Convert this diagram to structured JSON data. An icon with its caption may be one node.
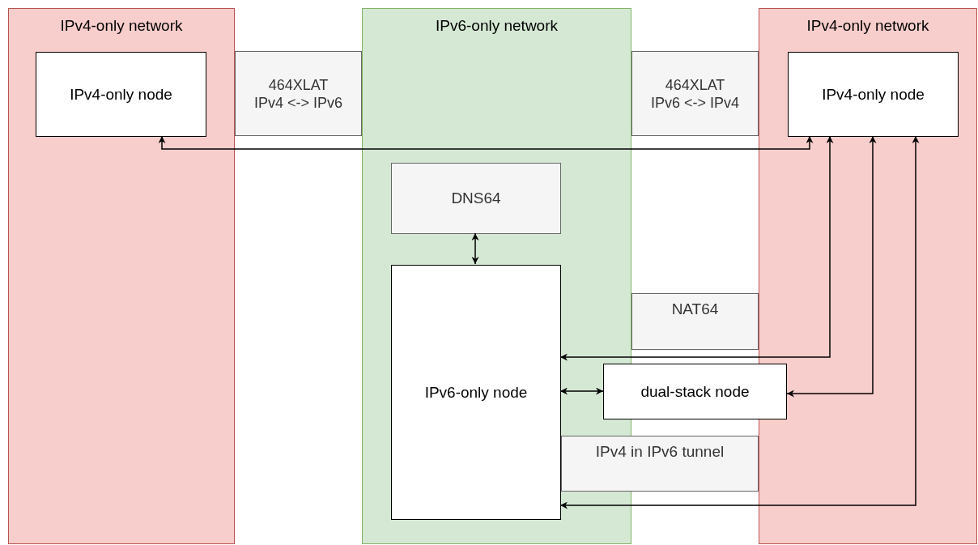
{
  "diagram": {
    "nodes": [
      {
        "text": [
          "IPv4-only network"
        ]
      },
      {
        "text": [
          "IPv4-only node"
        ],
        "in": 0
      },
      {
        "text": [
          "IPv6-only network"
        ]
      },
      {
        "text": [
          "464XLAT IPv4 <-> IPv6"
        ]
      },
      {
        "text": [
          "464XLAT IPv6 <-> IPv4"
        ]
      },
      {
        "text": [
          "IPv4-only network"
        ]
      },
      {
        "text": [
          "IPv4-only node"
        ],
        "in": 5
      },
      {
        "text": [
          "DNS64"
        ],
        "in": 2
      },
      {
        "text": [
          "IPv6-only node"
        ],
        "in": 2
      },
      {
        "text": [
          "NAT64"
        ]
      },
      {
        "text": [
          "dual-stack node"
        ]
      },
      {
        "text": [
          "IPv4 in IPv6 tunnel"
        ]
      }
    ],
    "edges": [
      {
        "from": 1,
        "to": 6,
        "arrow": "both"
      },
      {
        "from": 7,
        "to": 8,
        "arrow": "both"
      },
      {
        "from": 8,
        "to": 10,
        "arrow": "both"
      },
      {
        "from": 6,
        "to": 8,
        "arrow": "both"
      },
      {
        "from": 6,
        "to": 10,
        "arrow": "both"
      },
      {
        "from": 6,
        "to": 8,
        "arrow": "both"
      }
    ]
  }
}
